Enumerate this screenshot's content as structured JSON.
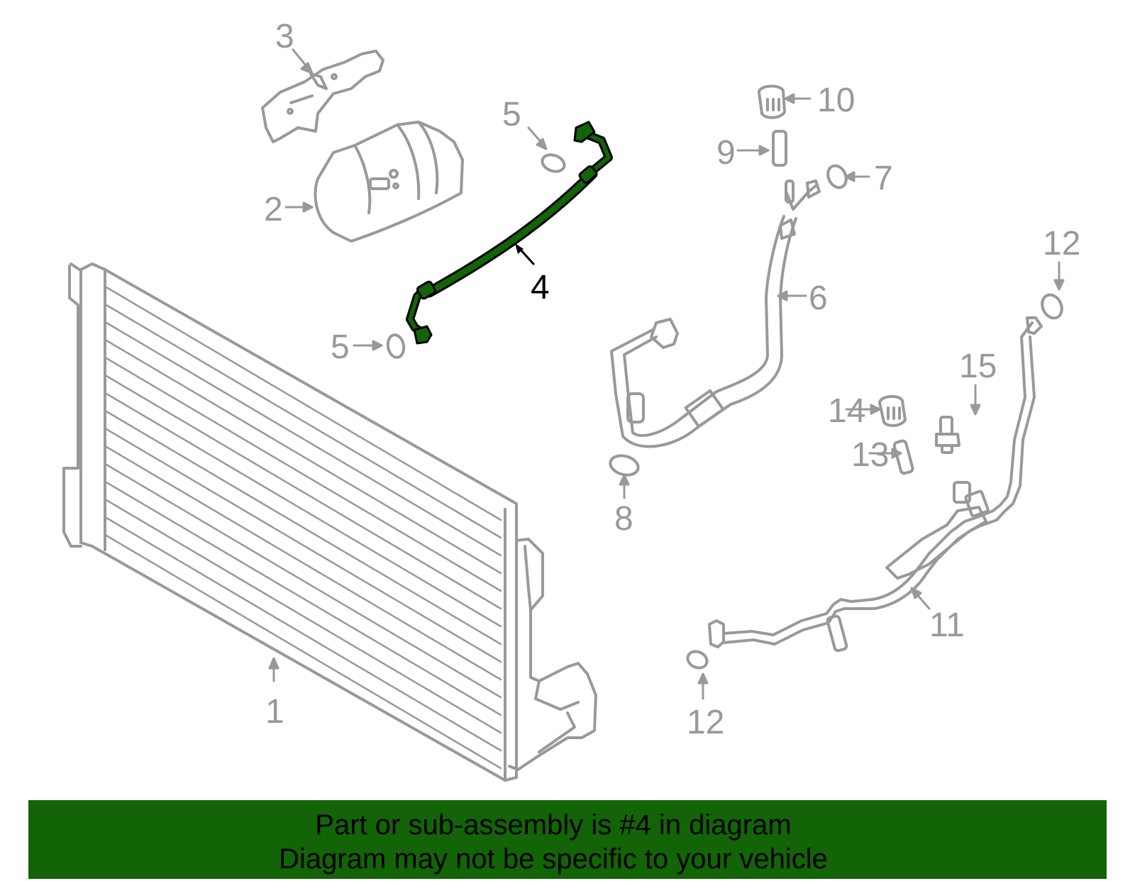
{
  "diagram": {
    "title": "A/C condenser, compressor and lines exploded parts diagram",
    "highlighted_part": "4",
    "colors": {
      "part_outline": "#999999",
      "highlight_fill": "#126406",
      "highlight_outline": "#000000",
      "banner_bg": "#126406",
      "banner_text": "#000000"
    },
    "callouts": [
      {
        "id": "c1",
        "label": "1",
        "part": "condenser"
      },
      {
        "id": "c2",
        "label": "2",
        "part": "compressor"
      },
      {
        "id": "c3",
        "label": "3",
        "part": "compressor bracket"
      },
      {
        "id": "c4",
        "label": "4",
        "part": "discharge hose (highlighted)"
      },
      {
        "id": "c5a",
        "label": "5",
        "part": "o-ring upper"
      },
      {
        "id": "c5b",
        "label": "5",
        "part": "o-ring lower"
      },
      {
        "id": "c6",
        "label": "6",
        "part": "suction line"
      },
      {
        "id": "c7",
        "label": "7",
        "part": "o-ring"
      },
      {
        "id": "c8",
        "label": "8",
        "part": "o-ring"
      },
      {
        "id": "c9",
        "label": "9",
        "part": "valve core"
      },
      {
        "id": "c10",
        "label": "10",
        "part": "service cap"
      },
      {
        "id": "c11",
        "label": "11",
        "part": "liquid line"
      },
      {
        "id": "c12a",
        "label": "12",
        "part": "o-ring upper"
      },
      {
        "id": "c12b",
        "label": "12",
        "part": "o-ring lower"
      },
      {
        "id": "c13",
        "label": "13",
        "part": "valve core"
      },
      {
        "id": "c14",
        "label": "14",
        "part": "service cap"
      },
      {
        "id": "c15",
        "label": "15",
        "part": "pressure sensor"
      }
    ]
  },
  "banner": {
    "line1": "Part or sub-assembly is #4 in diagram",
    "line2": "Diagram may not be specific to your vehicle"
  }
}
